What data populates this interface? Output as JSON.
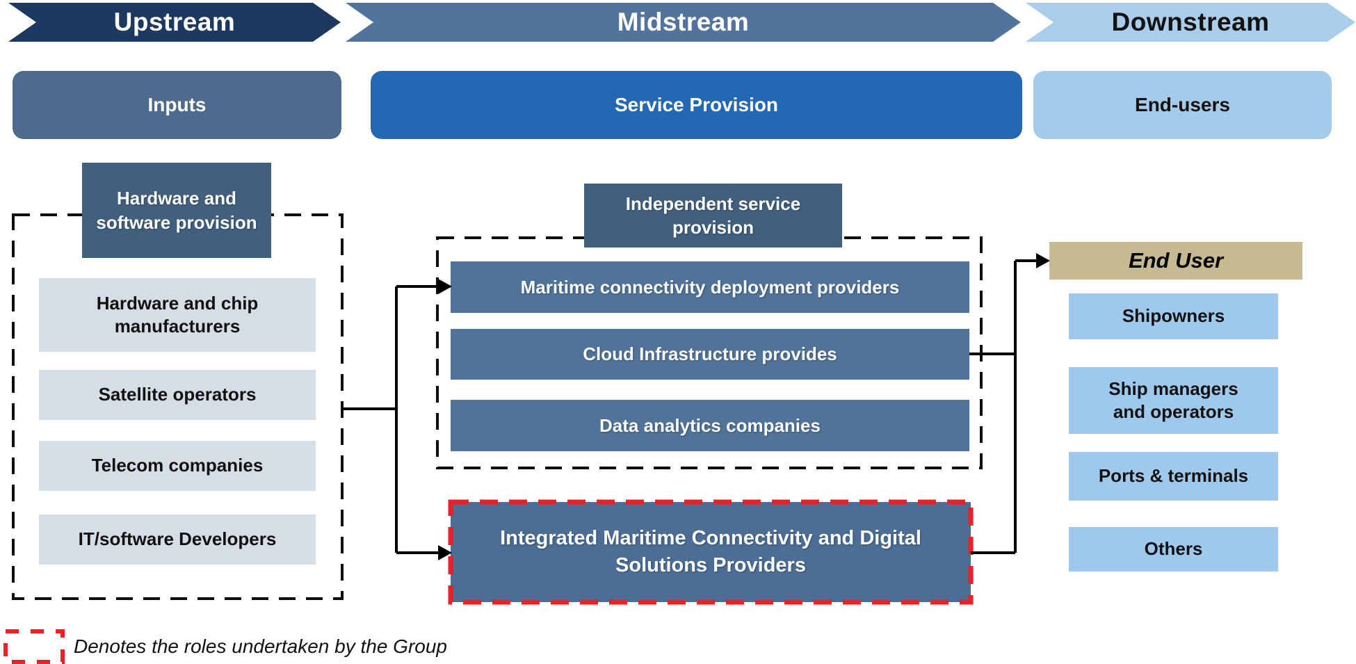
{
  "stages": [
    {
      "label": "Upstream",
      "color": "#1c3a60",
      "text_color": "#ffffff"
    },
    {
      "label": "Midstream",
      "color": "#52749c",
      "text_color": "#ffffff"
    },
    {
      "label": "Downstream",
      "color": "#a9cdeb",
      "text_color": "#121212"
    }
  ],
  "bands": [
    {
      "label": "Inputs",
      "color": "#4d6b8d"
    },
    {
      "label": "Service Provision",
      "color": "#2467b3"
    },
    {
      "label": "End-users",
      "color": "#a5cbea"
    }
  ],
  "upstream": {
    "header": "Hardware and software provision",
    "items": [
      "Hardware and chip manufacturers",
      "Satellite operators",
      "Telecom companies",
      "IT/software Developers"
    ]
  },
  "midstream": {
    "header": "Independent service provision",
    "items": [
      "Maritime connectivity deployment providers",
      "Cloud Infrastructure provides",
      "Data analytics companies"
    ],
    "integrated": "Integrated Maritime Connectivity and Digital Solutions Providers"
  },
  "downstream": {
    "header": "End User",
    "items": [
      "Shipowners",
      "Ship managers and operators",
      "Ports & terminals",
      "Others"
    ]
  },
  "legend": {
    "label": "Denotes the roles undertaken by the Group",
    "highlight_color": "#ea2127"
  },
  "colors": {
    "header_box": "#41607e",
    "upstream_item": "#d5dde7",
    "midstream_item": "#4f7399",
    "integrated_fill": "#4b6d96",
    "end_user_bar": "#c5ba92",
    "downstream_item": "#9fc9ec",
    "dashed_border": "#0d0d0d",
    "connector": "#000000"
  }
}
